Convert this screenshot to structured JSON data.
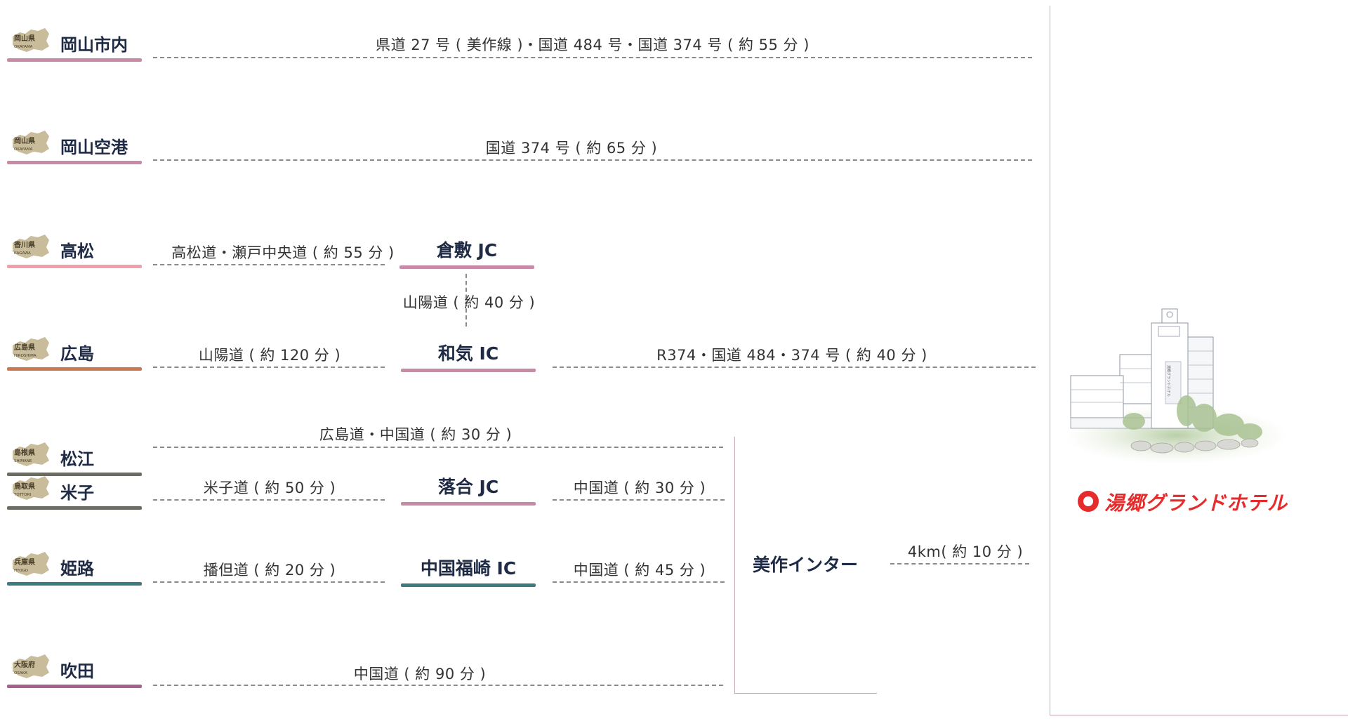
{
  "origins": [
    {
      "id": "okayama-city",
      "name": "岡山市内",
      "pref_label": "岡山県",
      "pref_roman": "OKAYAMA",
      "line_color": "#c98aa7"
    },
    {
      "id": "okayama-airport",
      "name": "岡山空港",
      "pref_label": "岡山県",
      "pref_roman": "OKAYAMA",
      "line_color": "#c98aa7"
    },
    {
      "id": "takamatsu",
      "name": "高松",
      "pref_label": "香川県",
      "pref_roman": "KAGAWA",
      "line_color": "#f0a0a8"
    },
    {
      "id": "hiroshima",
      "name": "広島",
      "pref_label": "広島県",
      "pref_roman": "HIROSHIMA",
      "line_color": "#c97a4f"
    },
    {
      "id": "matsue",
      "name": "松江",
      "pref_label": "島根県",
      "pref_roman": "SHIMANE",
      "line_color": "#6b6b5f"
    },
    {
      "id": "yonago",
      "name": "米子",
      "pref_label": "鳥取県",
      "pref_roman": "TOTTORI",
      "line_color": "#6b6b5f"
    },
    {
      "id": "himeji",
      "name": "姫路",
      "pref_label": "兵庫県",
      "pref_roman": "HYOGO",
      "line_color": "#3e7b7e"
    },
    {
      "id": "suita",
      "name": "吹田",
      "pref_label": "大阪府",
      "pref_roman": "OSAKA",
      "line_color": "#a5628d"
    }
  ],
  "junctions": {
    "kurashiki": {
      "name": "倉敷 JC",
      "line_color": "#c98aa7"
    },
    "wake": {
      "name": "和気 IC",
      "line_color": "#c98aa7"
    },
    "ochiai": {
      "name": "落合 JC",
      "line_color": "#c98aa7"
    },
    "chugoku_fukusaki": {
      "name": "中国福崎 IC",
      "line_color": "#3e7b7e"
    }
  },
  "routes": {
    "okayama_city": "県道 27 号 ( 美作線 )・国道 484 号・国道 374 号 ( 約 55 分 )",
    "okayama_airport": "国道 374 号 ( 約 65 分 )",
    "takamatsu_kurashiki": "高松道・瀬戸中央道 ( 約 55 分 )",
    "kurashiki_wake": "山陽道 ( 約 40 分 )",
    "hiroshima_wake": "山陽道 ( 約 120 分 )",
    "wake_hotel": "R374・国道 484・374 号 ( 約 40 分 )",
    "matsue_route": "広島道・中国道 ( 約 30 分 )",
    "yonago_ochiai": "米子道 ( 約 50 分 )",
    "ochiai_mimasaka": "中国道 ( 約 30 分 )",
    "himeji_fukusaki": "播但道 ( 約 20 分 )",
    "fukusaki_mimasaka": "中国道 ( 約 45 分 )",
    "suita_route": "中国道 ( 約 90 分 )",
    "mimasaka_hotel": "4km( 約 10 分 )"
  },
  "mimasaka": "美作インター",
  "hotel": {
    "sign": "湯郷グランドホテル",
    "logo_text": "湯郷グランドホテル",
    "logo_color": "#e52b2b"
  }
}
